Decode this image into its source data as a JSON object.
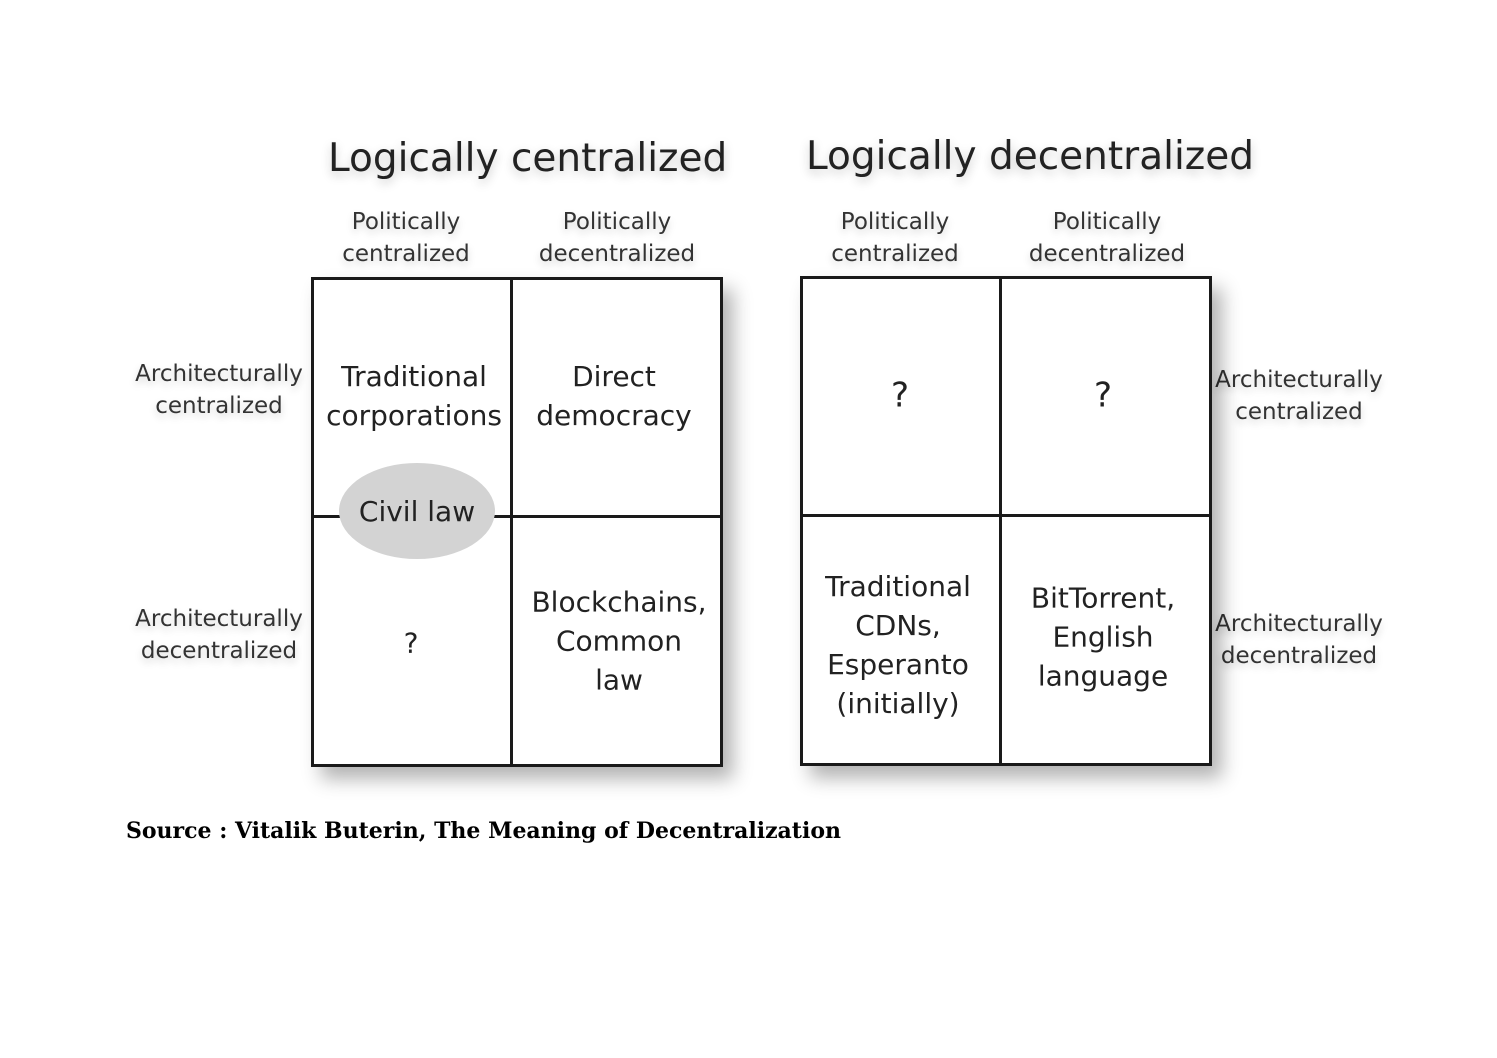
{
  "left_panel": {
    "title": "Logically centralized",
    "col_labels": [
      "Politically\ncentralized",
      "Politically\ndecentralized"
    ],
    "row_labels": [
      "Architecturally\ncentralized",
      "Architecturally\ndecentralized"
    ],
    "cells": {
      "top_left": "Traditional\ncorporations",
      "top_right": "Direct\ndemocracy",
      "bottom_left": "?",
      "bottom_right": "Blockchains,\nCommon\nlaw"
    },
    "overlay": "Civil law",
    "overlay_color": "#d3d3d3"
  },
  "right_panel": {
    "title": "Logically decentralized",
    "col_labels": [
      "Politically\ncentralized",
      "Politically\ndecentralized"
    ],
    "row_labels": [
      "Architecturally\ncentralized",
      "Architecturally\ndecentralized"
    ],
    "cells": {
      "top_left": "?",
      "top_right": "?",
      "bottom_left": "Traditional\nCDNs,\nEsperanto\n(initially)",
      "bottom_right": "BitTorrent,\nEnglish\nlanguage"
    }
  },
  "source": "Source : Vitalik Buterin, The Meaning of Decentralization"
}
